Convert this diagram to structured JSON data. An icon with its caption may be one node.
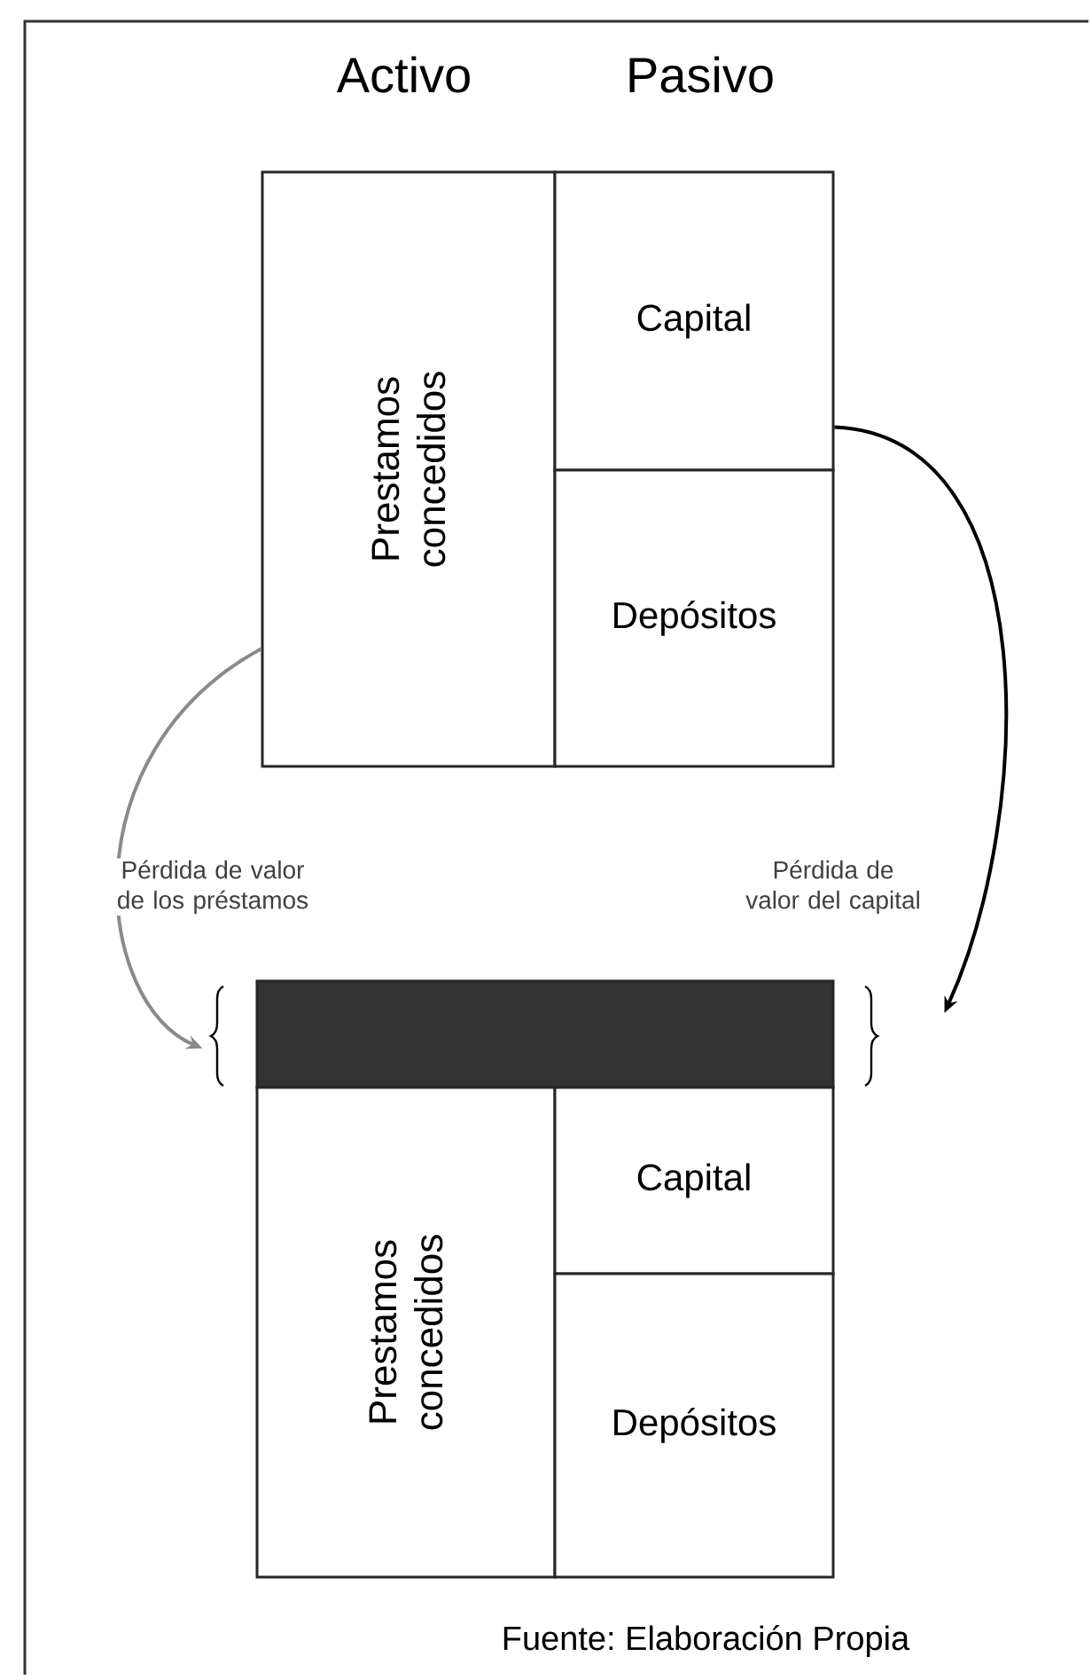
{
  "diagram": {
    "caption": "Fuente: Elaboración Propia",
    "nodes": [
      {
        "text": [
          "Prestamos concedidos"
        ]
      },
      {
        "text": [
          "Capital"
        ]
      },
      {
        "text": [
          "Depósitos"
        ]
      },
      {
        "text": [],
        "shape": "bar"
      },
      {
        "text": [
          "Prestamos concedidos"
        ]
      },
      {
        "text": [
          "Capital"
        ]
      },
      {
        "text": [
          "Depósitos"
        ]
      }
    ],
    "edges": [
      {
        "from": 0,
        "to": 3,
        "arrow": "to",
        "label": "Pérdida de valor de los préstamos",
        "color": "#8a8a8a"
      },
      {
        "from": 1,
        "to": 3,
        "arrow": "to",
        "label": "Pérdida de valor del capital",
        "color": "#000000"
      }
    ],
    "labels": [
      "Activo",
      "Pasivo"
    ]
  }
}
